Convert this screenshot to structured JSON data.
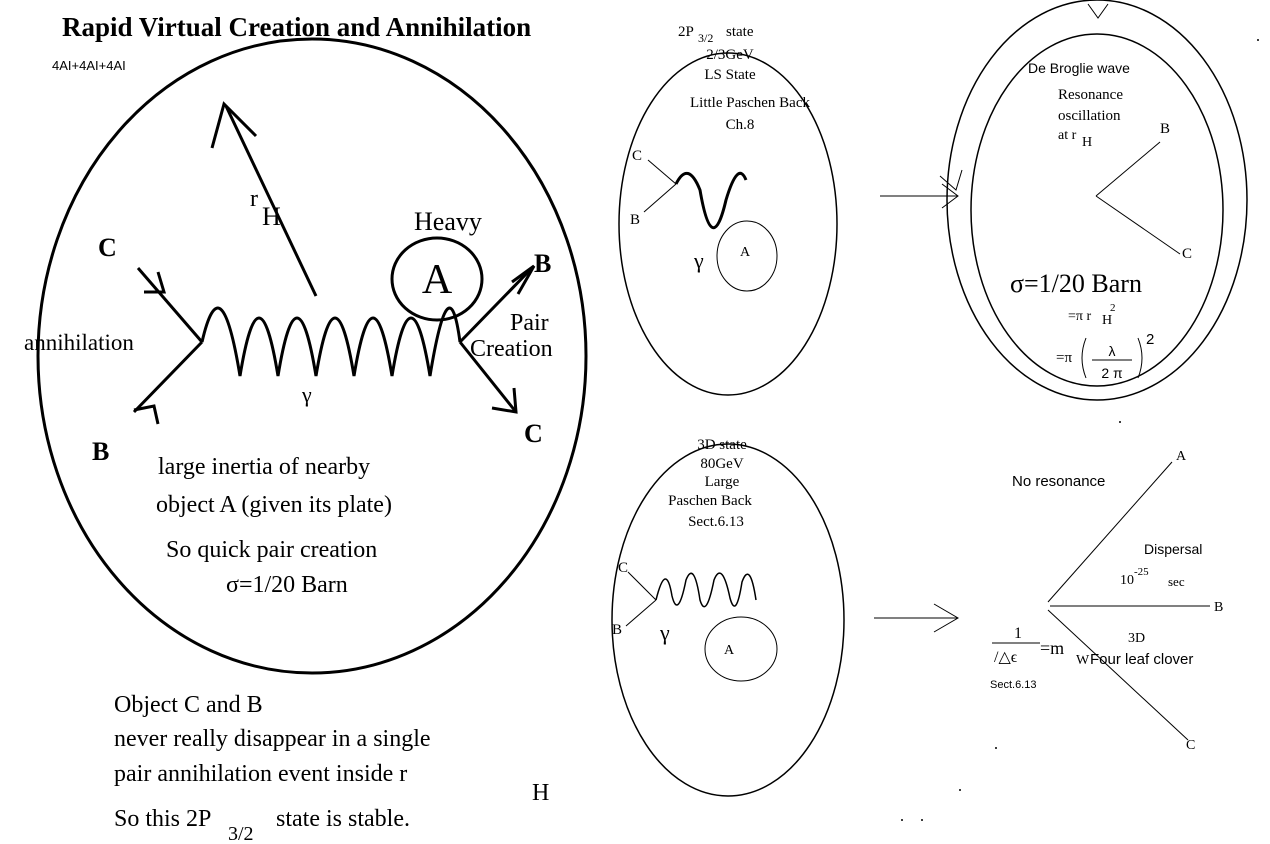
{
  "left_panel": {
    "title": "Rapid Virtual Creation and Annihilation",
    "formula": "4AI+4AI+4AI",
    "r_label": "r",
    "r_sub": "H",
    "heavy_label": "Heavy",
    "object_a": "A",
    "label_c_left": "C",
    "label_b_left": "B",
    "label_b_right": "B",
    "label_c_right": "C",
    "annihilation": "annihilation",
    "pair": "Pair",
    "creation": "Creation",
    "gamma": "γ",
    "inner_text": [
      "large inertia of nearby",
      "object A (given its plate)",
      "So quick pair creation",
      "σ=1/20 Barn"
    ],
    "footer": [
      "Object C and B",
      "never really disappear in a single",
      "pair annihilation event inside r",
      "So this 2P",
      "state is stable."
    ],
    "footer_sub_h": "H",
    "footer_sub_32": "3/2"
  },
  "top_middle": {
    "state_prefix": "2P",
    "state_sub": "3/2",
    "state_suffix": "state",
    "energy": "2/3GeV",
    "ls_state": "LS State",
    "paschen": "Little Paschen Back",
    "chapter": "Ch.8",
    "c": "C",
    "b": "B",
    "gamma": "γ",
    "a": "A"
  },
  "top_right": {
    "de_broglie": "De Broglie wave",
    "resonance": "Resonance",
    "oscillation": "oscillation",
    "at_r": "at r",
    "at_r_sub": "H",
    "b": "B",
    "c": "C",
    "sigma": "σ=1/20 Barn",
    "eq1_prefix": "=π r",
    "eq1_sub": "H",
    "eq1_sup": "2",
    "eq2_prefix": "=π",
    "eq2_num": "λ",
    "eq2_den": "2 π",
    "eq2_sup": "2"
  },
  "bottom_middle": {
    "state": "3D state",
    "energy": "80GeV",
    "large": "Large",
    "paschen": "Paschen Back",
    "section": "Sect.6.13",
    "c": "C",
    "b": "B",
    "gamma": "γ",
    "a": "A"
  },
  "bottom_right": {
    "no_resonance": "No resonance",
    "a": "A",
    "dispersal": "Dispersal",
    "time_base": "10",
    "time_exp": "-25",
    "time_unit": "sec",
    "b": "B",
    "frac_num": "1",
    "frac_den": "/△ϵ",
    "eq_m": "=m",
    "eq_sub": "W",
    "three_d": "3D",
    "clover": "Four leaf clover",
    "section": "Sect.6.13",
    "c": "C"
  }
}
